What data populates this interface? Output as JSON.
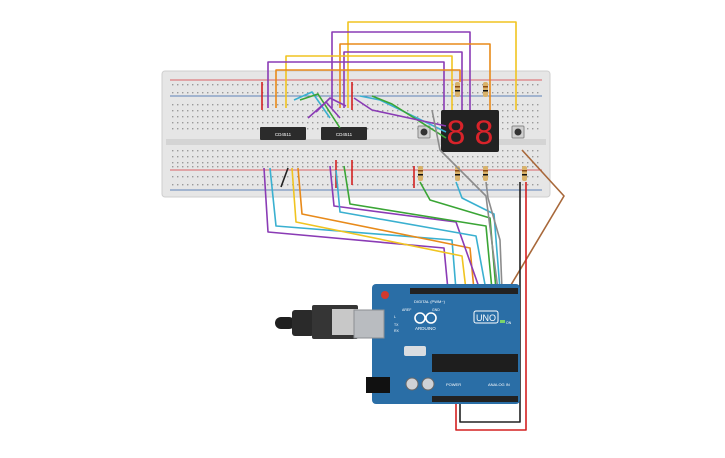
{
  "chips": [
    {
      "label": "CD4511"
    },
    {
      "label": "CD4511"
    }
  ],
  "arduino": {
    "header_digital": "DIGITAL (PWM~)",
    "brand": "ARDUINO",
    "model": "UNO",
    "on_label": "ON",
    "tx_label": "TX",
    "rx_label": "RX",
    "l_label": "L",
    "power_label": "POWER",
    "analog_label": "ANALOG IN",
    "aref_label": "AREF",
    "gnd_label": "GND"
  },
  "display": {
    "digits": [
      "8",
      "8"
    ]
  },
  "colors": {
    "board": "#e6e6e6",
    "rail_red": "#d7343b",
    "rail_blue": "#2f5fa8",
    "arduino": "#2a6ea6",
    "wire_purple": "#8a3bb5",
    "wire_orange": "#e88a1a",
    "wire_yellow": "#f0c420",
    "wire_green": "#3aa535",
    "wire_cyan": "#3ab0d0",
    "wire_red": "#d32020",
    "wire_gray": "#8c8c8c",
    "wire_brown": "#a8683a",
    "wire_black": "#222222"
  }
}
